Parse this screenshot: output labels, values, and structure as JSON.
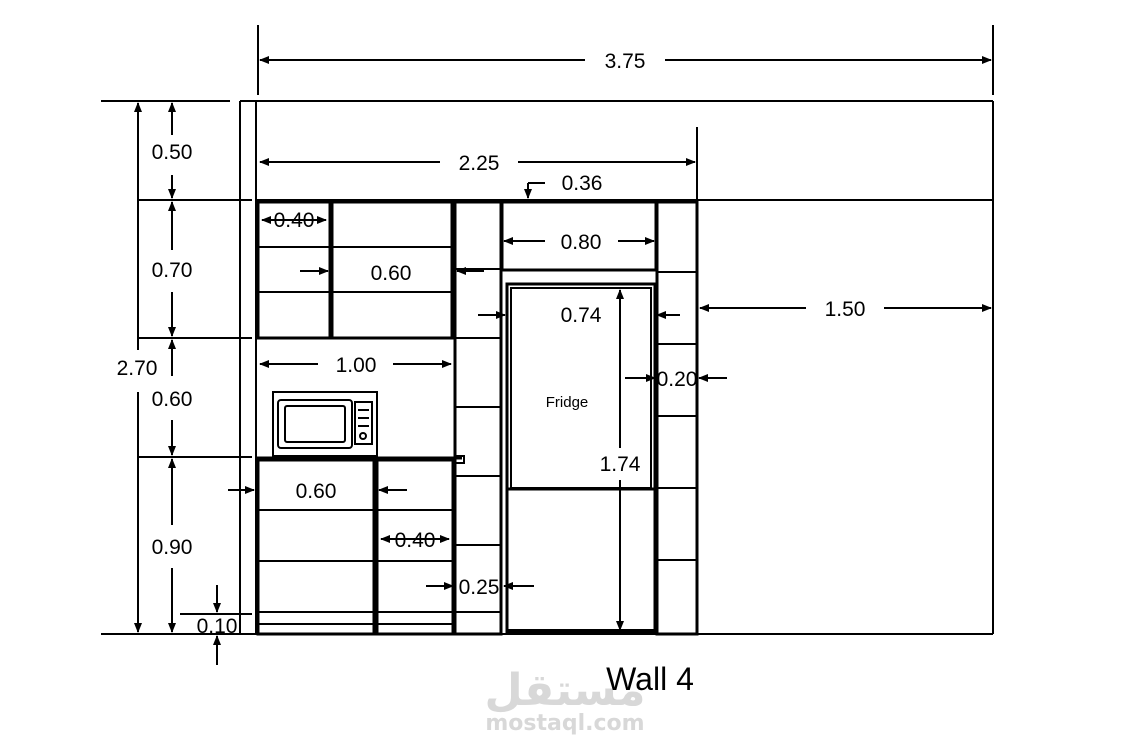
{
  "dimensions": {
    "total_width": "3.75",
    "cabinet_width": "2.25",
    "top_soffit_height": "0.50",
    "upper_cabinet_height": "0.70",
    "total_height": "2.70",
    "backsplash_height": "0.60",
    "base_cabinet_height": "0.90",
    "plinth_height": "0.10",
    "upper_small_box": "0.40",
    "upper_cabinet_width": "0.60",
    "shelf_depth": "0.36",
    "fridge_top_cabinet": "0.80",
    "fridge_width": "0.74",
    "side_shelf_width": "0.20",
    "counter_width": "1.00",
    "right_wall_width": "1.50",
    "fridge_height": "1.74",
    "base_drawer_width": "0.60",
    "base_unit_width": "0.40",
    "tall_unit_width": "0.25"
  },
  "labels": {
    "fridge": "Fridge",
    "title": "Wall 4"
  },
  "watermark": {
    "arabic": "مستقل",
    "latin": "mostaql.com"
  }
}
